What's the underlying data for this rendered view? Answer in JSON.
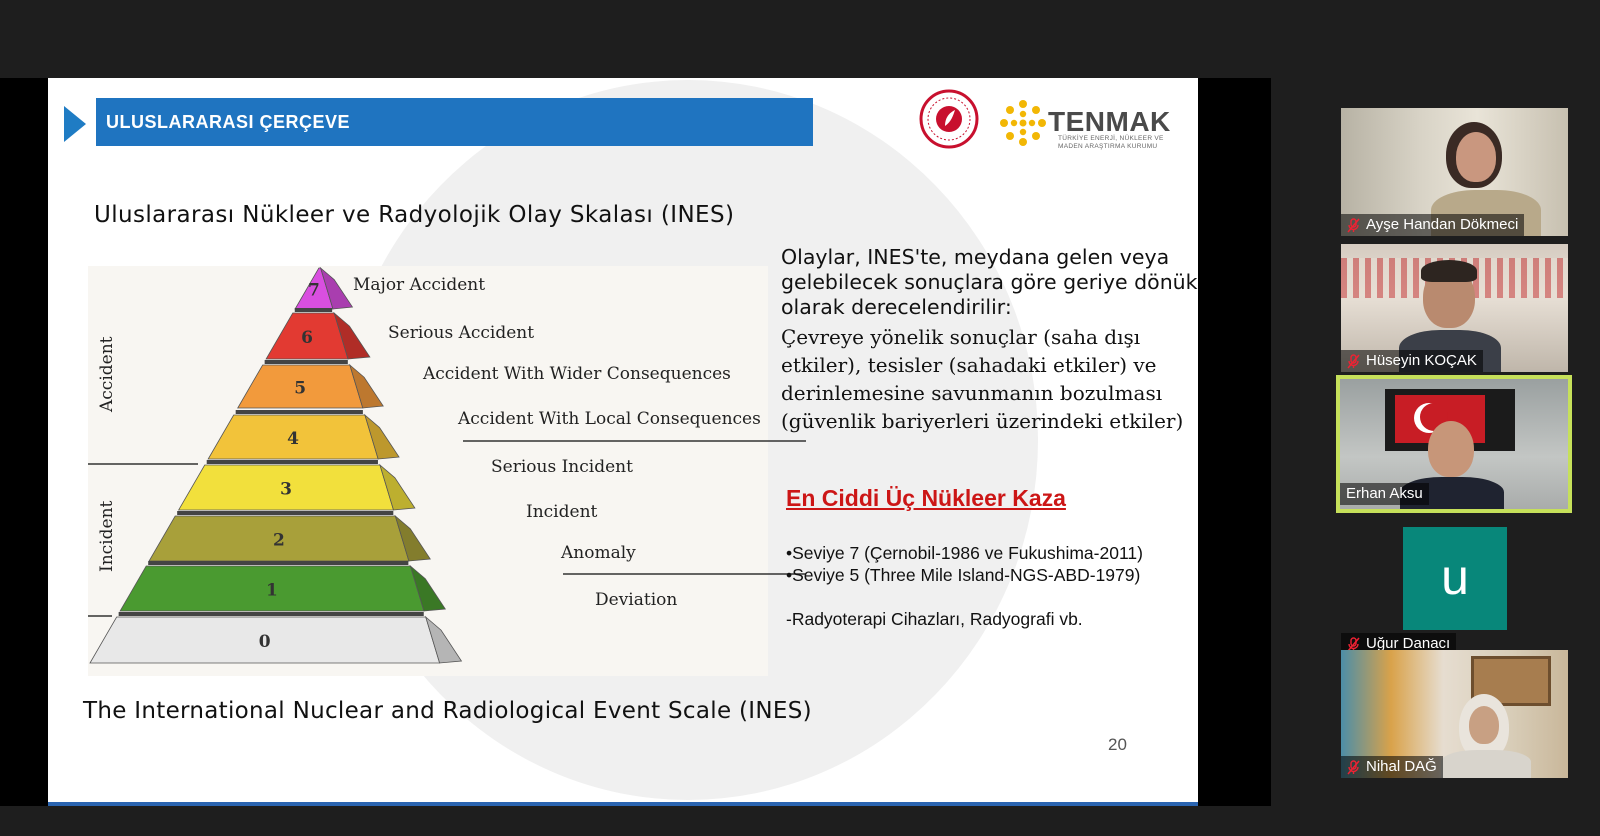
{
  "slide": {
    "title": "ULUSLARARASI  ÇERÇEVE",
    "logo": {
      "name": "TENMAK",
      "subtitle_line1": "TÜRKİYE ENERJİ, NÜKLEER VE",
      "subtitle_line2": "MADEN ARAŞTIRMA KURUMU"
    },
    "heading": "Uluslararası Nükleer ve Radyolojik Olay Skalası (INES)",
    "caption": "The International Nuclear and Radiological Event Scale (INES)",
    "page_number": "20",
    "description_intro": "Olaylar, INES'te, meydana gelen veya gelebilecek sonuçlara göre geriye dönük olarak derecelendirilir:",
    "description_body": "Çevreye yönelik sonuçlar (saha dışı etkiler), tesisler (sahadaki etkiler) ve derinlemesine savunmanın bozulması (güvenlik bariyerleri üzerindeki etkiler)",
    "accidents_title": "En Ciddi Üç Nükleer Kaza",
    "accident_1": "•Seviye 7 (Çernobil-1986 ve Fukushima-2011)",
    "accident_2": "•Seviye 5 (Three Mile Island-NGS-ABD-1979)",
    "accident_note": "-Radyoterapi Cihazları, Radyografi vb.",
    "pyramid": {
      "group_accident": "Accident",
      "group_incident": "Incident",
      "levels": [
        {
          "number": "7",
          "label": "Major Accident",
          "color": "#d94fe0"
        },
        {
          "number": "6",
          "label": "Serious Accident",
          "color": "#e23a32"
        },
        {
          "number": "5",
          "label": "Accident With Wider Consequences",
          "color": "#f29a3c"
        },
        {
          "number": "4",
          "label": "Accident With Local Consequences",
          "color": "#f2c33a"
        },
        {
          "number": "3",
          "label": "Serious Incident",
          "color": "#f2e03c"
        },
        {
          "number": "2",
          "label": "Incident",
          "color": "#a8a03a"
        },
        {
          "number": "1",
          "label": "Anomaly",
          "color": "#4a9a30"
        },
        {
          "number": "0",
          "label": "Deviation",
          "color": "#e8e8e8"
        }
      ]
    }
  },
  "participants": [
    {
      "name": "Ayşe Handan Dökmeci",
      "muted": true
    },
    {
      "name": "Hüseyin KOÇAK",
      "muted": true
    },
    {
      "name": "Erhan Aksu",
      "muted": false,
      "active_speaker": true
    },
    {
      "name": "Uğur Danacı",
      "muted": true,
      "avatar_letter": "u"
    },
    {
      "name": "Nihal DAĞ",
      "muted": true
    }
  ]
}
